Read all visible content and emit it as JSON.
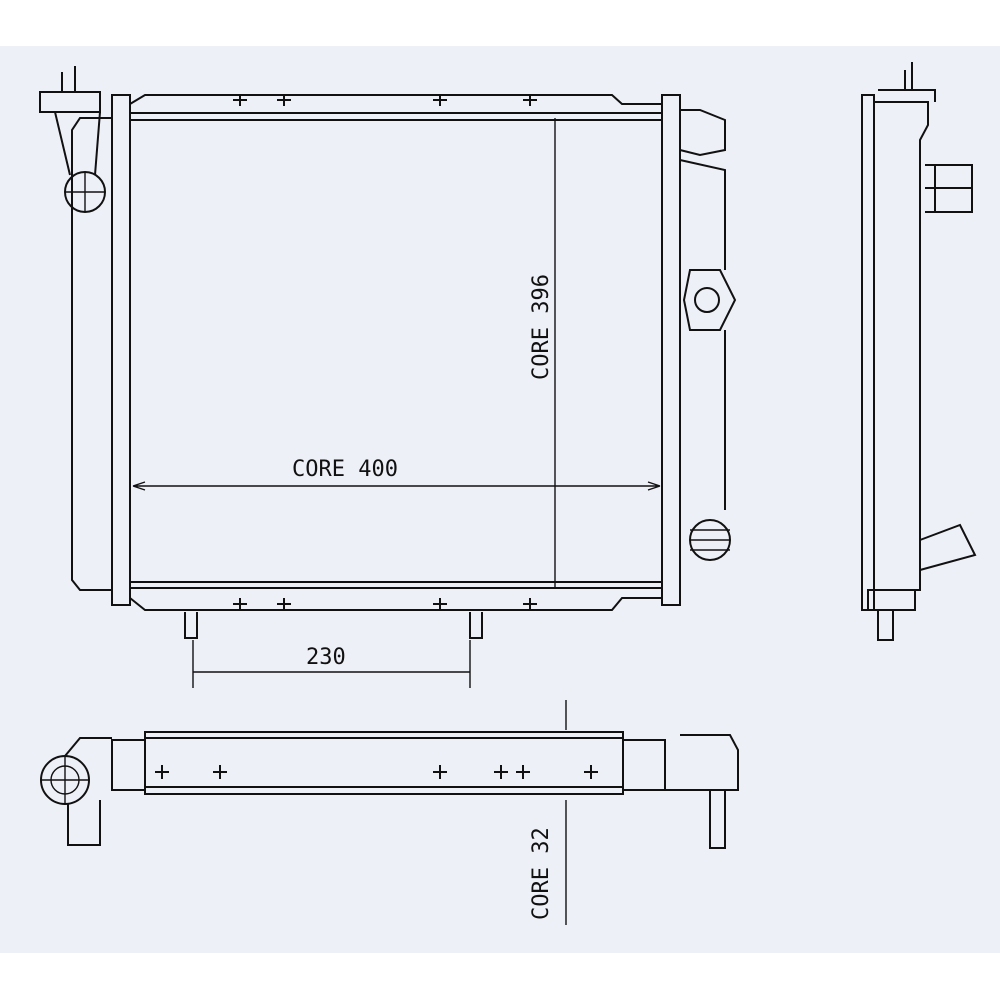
{
  "drawing": {
    "background_color": "#eef0f8",
    "line_color": "#111111",
    "dimensions": {
      "core_width_label": "CORE 400",
      "core_height_label": "CORE 396",
      "pipe_spacing_label": "230",
      "core_depth_label": "CORE 32"
    }
  }
}
